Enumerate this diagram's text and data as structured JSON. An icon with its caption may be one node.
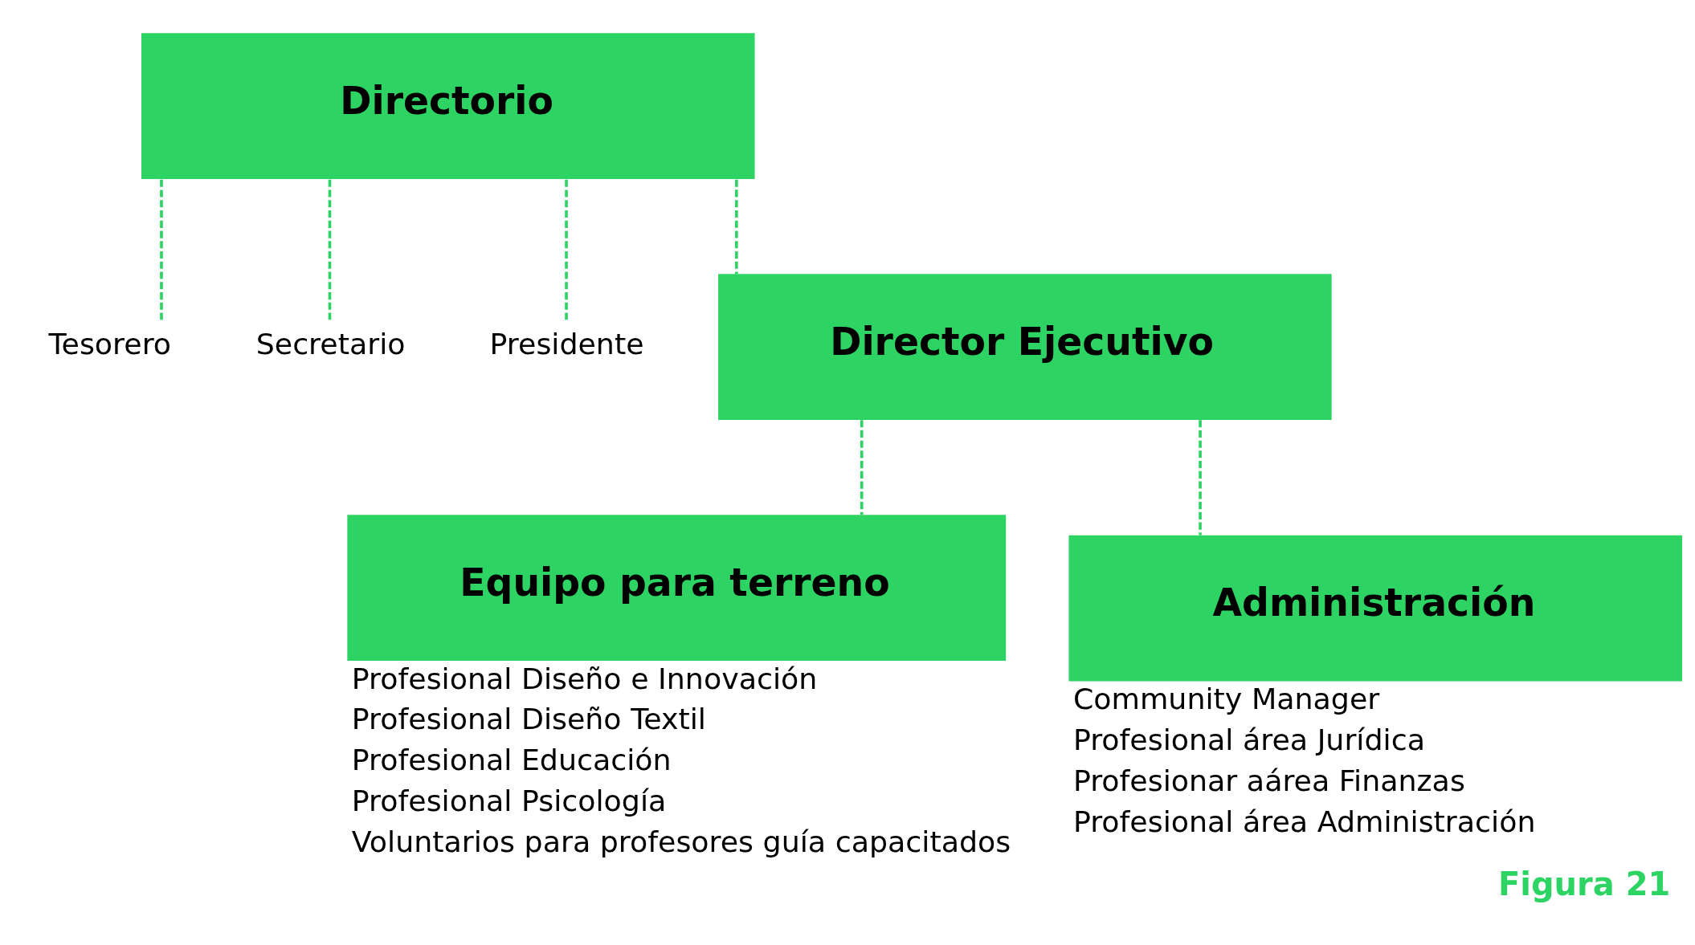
{
  "diagram": {
    "caption": "Figura 21",
    "nodes": [
      {
        "text": [
          "Directorio"
        ]
      },
      {
        "text": [
          "Presidente"
        ]
      },
      {
        "text": [
          "Secretario"
        ]
      },
      {
        "text": [
          "Tesorero"
        ]
      },
      {
        "text": [
          "Director Ejecutivo"
        ]
      },
      {
        "text": [
          "Equipo para terreno"
        ],
        "beside": [
          "Profesional Diseño e Innovación",
          "Profesional Diseño Textil",
          "Profesional Educación",
          "Profesional Psicología",
          "Voluntarios para profesores guía capacitados"
        ]
      },
      {
        "text": [
          "Administración"
        ],
        "beside": [
          "Community Manager",
          "Profesional área Jurídica",
          "Profesionar aárea Finanzas",
          "Profesional área Administración"
        ]
      }
    ],
    "edges": [
      {
        "from": 0,
        "to": 1,
        "arrow": "none",
        "style": "dashed"
      },
      {
        "from": 0,
        "to": 2,
        "arrow": "none",
        "style": "dashed"
      },
      {
        "from": 0,
        "to": 3,
        "arrow": "none",
        "style": "dashed"
      },
      {
        "from": 0,
        "to": 4,
        "arrow": "none",
        "style": "dashed"
      },
      {
        "from": 4,
        "to": 5,
        "arrow": "none",
        "style": "dashed"
      },
      {
        "from": 4,
        "to": 6,
        "arrow": "none",
        "style": "dashed"
      }
    ]
  }
}
